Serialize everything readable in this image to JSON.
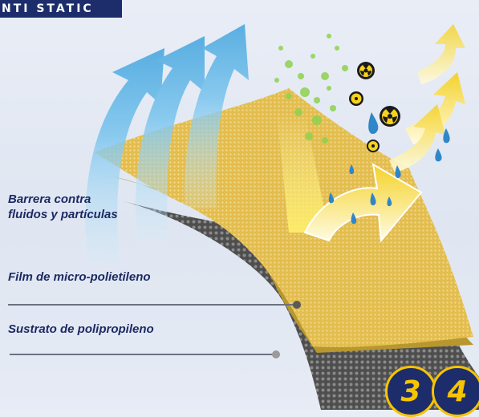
{
  "banner": {
    "text": "NTI STATIC"
  },
  "labels": {
    "barrier_line1": "Barrera contra",
    "barrier_line2": "fluidos y partículas",
    "film": "Film de micro-polietileno",
    "substrate": "Sustrato de polipropileno"
  },
  "badges": [
    "3",
    "4"
  ],
  "colors": {
    "brand_navy": "#1d2d6b",
    "badge_yellow": "#f6c400",
    "film_yellow": "#e7c35a",
    "substrate_gray": "#5c5c5c",
    "arrow_blue": "#7cc4ec",
    "droplet_blue": "#2f86c8",
    "particle_green": "#8fd14f"
  },
  "icons": [
    "airflow-arrow-icon",
    "hazard-icon",
    "droplet-icon",
    "deflect-arrow-icon"
  ]
}
